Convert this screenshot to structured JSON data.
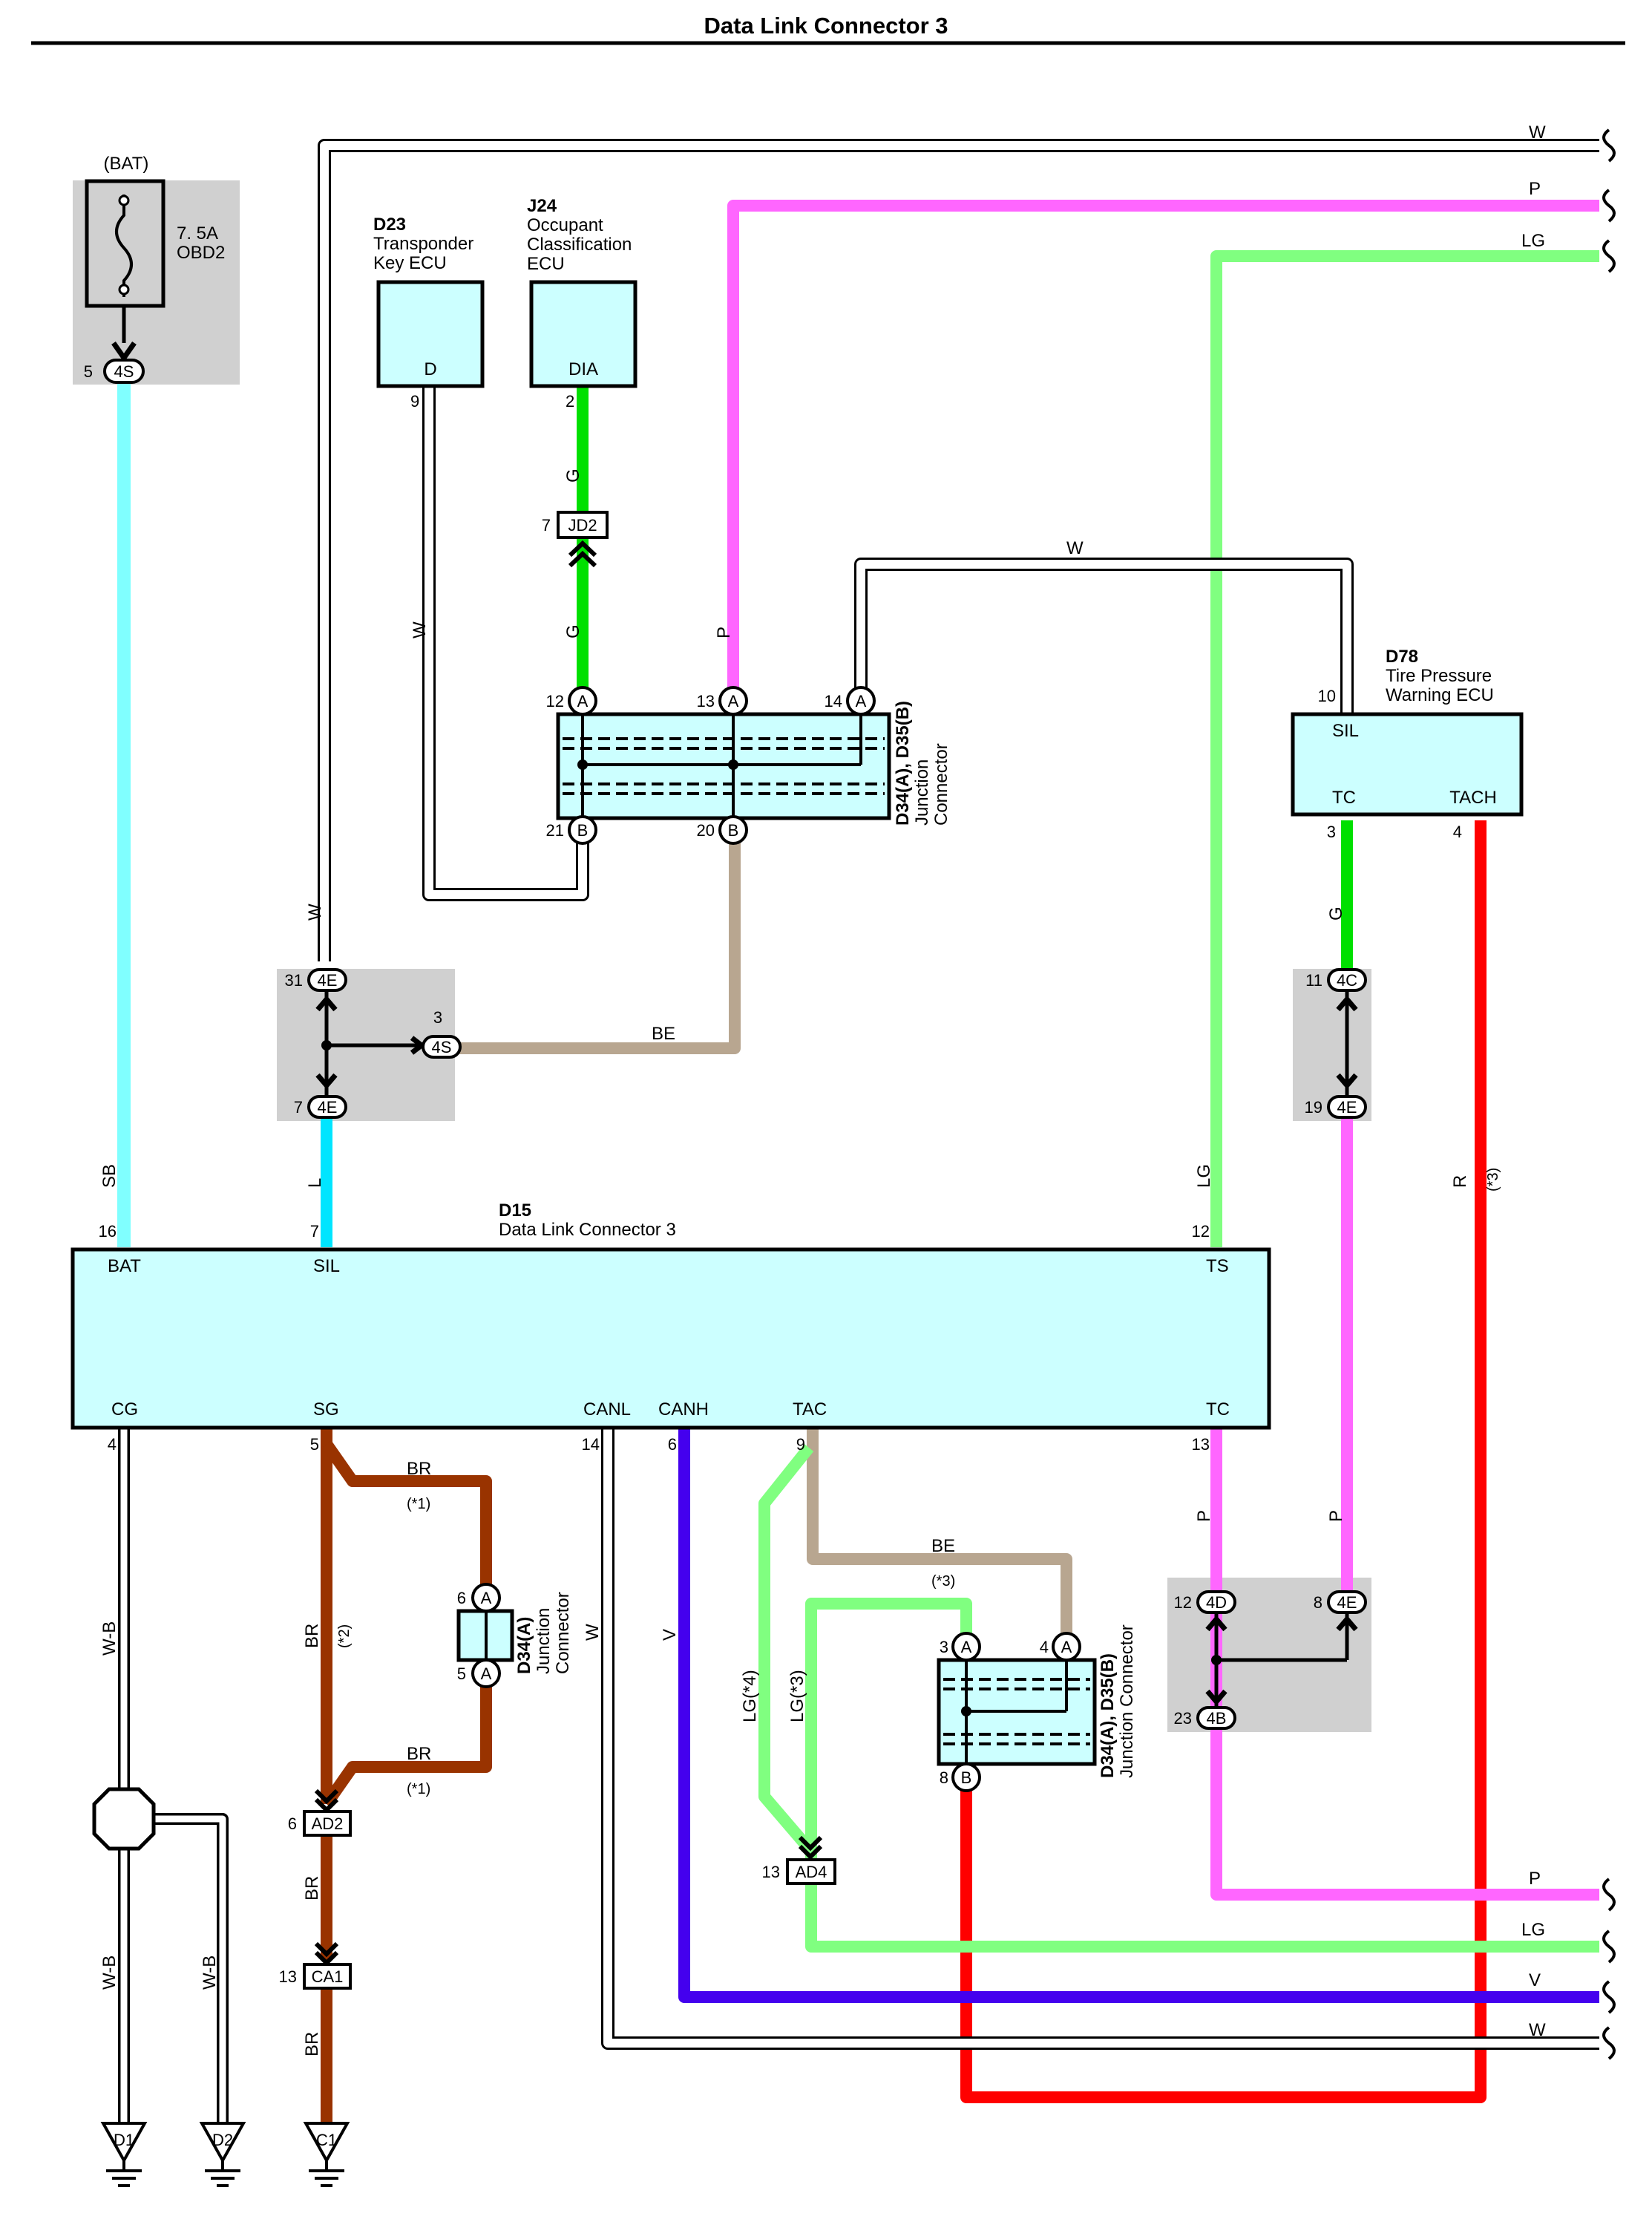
{
  "title": "Data Link Connector 3",
  "fuse": {
    "header": "(BAT)",
    "rating": "7. 5A",
    "name": "OBD2",
    "pin": "5",
    "conn": "4S"
  },
  "dlc": {
    "code": "D15",
    "name": "Data Link Connector 3",
    "terminals_top": [
      {
        "name": "BAT",
        "pin": "16"
      },
      {
        "name": "SIL",
        "pin": "7"
      },
      {
        "name": "TS",
        "pin": "12"
      }
    ],
    "terminals_bottom": [
      {
        "name": "CG",
        "pin": "4"
      },
      {
        "name": "SG",
        "pin": "5"
      },
      {
        "name": "CANL",
        "pin": "14"
      },
      {
        "name": "CANH",
        "pin": "6"
      },
      {
        "name": "TAC",
        "pin": "9"
      },
      {
        "name": "TC",
        "pin": "13"
      }
    ]
  },
  "d23": {
    "code": "D23",
    "line1": "Transponder",
    "line2": "Key ECU",
    "terminal": "D",
    "pin": "9"
  },
  "j24": {
    "code": "J24",
    "line1": "Occupant",
    "line2": "Classification",
    "line3": "ECU",
    "terminal": "DIA",
    "pin": "2"
  },
  "d78": {
    "code": "D78",
    "line1": "Tire Pressure",
    "line2": "Warning ECU",
    "sil": "SIL",
    "sil_pin": "10",
    "tc": "TC",
    "tc_pin": "3",
    "tach": "TACH",
    "tach_pin": "4"
  },
  "jc_top": {
    "label": "D34(A), D35(B)",
    "sub1": "Junction",
    "sub2": "Connector",
    "pins": [
      {
        "n": "12",
        "c": "A"
      },
      {
        "n": "13",
        "c": "A"
      },
      {
        "n": "14",
        "c": "A"
      },
      {
        "n": "21",
        "c": "B"
      },
      {
        "n": "20",
        "c": "B"
      }
    ]
  },
  "jc_small": {
    "label": "D34(A)",
    "sub1": "Junction",
    "sub2": "Connector",
    "pins": [
      {
        "n": "6",
        "c": "A"
      },
      {
        "n": "5",
        "c": "A"
      }
    ]
  },
  "jc_bottom": {
    "label": "D34(A), D35(B)",
    "sub": "Junction Connector",
    "pins": [
      {
        "n": "3",
        "c": "A"
      },
      {
        "n": "4",
        "c": "A"
      },
      {
        "n": "8",
        "c": "B"
      }
    ]
  },
  "connectors": {
    "jd2": {
      "pin": "7",
      "name": "JD2"
    },
    "j4e_top": {
      "pin": "31",
      "name": "4E"
    },
    "j4s": {
      "pin": "3",
      "name": "4S"
    },
    "j4e_bot": {
      "pin": "7",
      "name": "4E"
    },
    "j4c": {
      "pin": "11",
      "name": "4C"
    },
    "j4e_r": {
      "pin": "19",
      "name": "4E"
    },
    "j4d": {
      "pin": "12",
      "name": "4D"
    },
    "j4e_br": {
      "pin": "8",
      "name": "4E"
    },
    "j4b": {
      "pin": "23",
      "name": "4B"
    },
    "ad2": {
      "pin": "6",
      "name": "AD2"
    },
    "ca1": {
      "pin": "13",
      "name": "CA1"
    },
    "ad4": {
      "pin": "13",
      "name": "AD4"
    }
  },
  "grounds": [
    "D1",
    "D2",
    "C1"
  ],
  "wire_labels": {
    "w_top": "W",
    "p_top": "P",
    "lg_top": "LG",
    "g1": "G",
    "g2": "G",
    "w_d23": "W",
    "p_jc": "P",
    "w_jc": "W",
    "w_left": "W",
    "be_mid": "BE",
    "sb": "SB",
    "l": "L",
    "lg_ts": "LG",
    "r": "R",
    "r_note": "(*3)",
    "g_tc": "G",
    "br1": "BR",
    "br1_note": "(*1)",
    "br2": "BR",
    "br2_note": "(*1)",
    "br_main": "BR",
    "br_note": "(*2)",
    "br_ad2": "BR",
    "br_ca1": "BR",
    "w_canl": "W",
    "v_canh": "V",
    "be_tac": "BE",
    "be_note": "(*3)",
    "lg4": "LG(*4)",
    "lg3": "LG(*3)",
    "wb1": "W-B",
    "wb2": "W-B",
    "wb3": "W-B",
    "p_tc": "P",
    "p_r": "P",
    "p_bot": "P",
    "lg_bot": "LG",
    "v_bot": "V",
    "w_bot": "W"
  },
  "colors": {
    "SB": "#80ffff",
    "L": "#00e5ff",
    "P": "#ff66ff",
    "LG": "#80ff80",
    "G": "#00e000",
    "BE": "#b8a690",
    "R": "#ff0000",
    "BR": "#993300",
    "V": "#4400ee",
    "W": "#ffffff",
    "W-B": "#ffffff",
    "box": "#ccffff",
    "shade": "#d0d0d0"
  }
}
